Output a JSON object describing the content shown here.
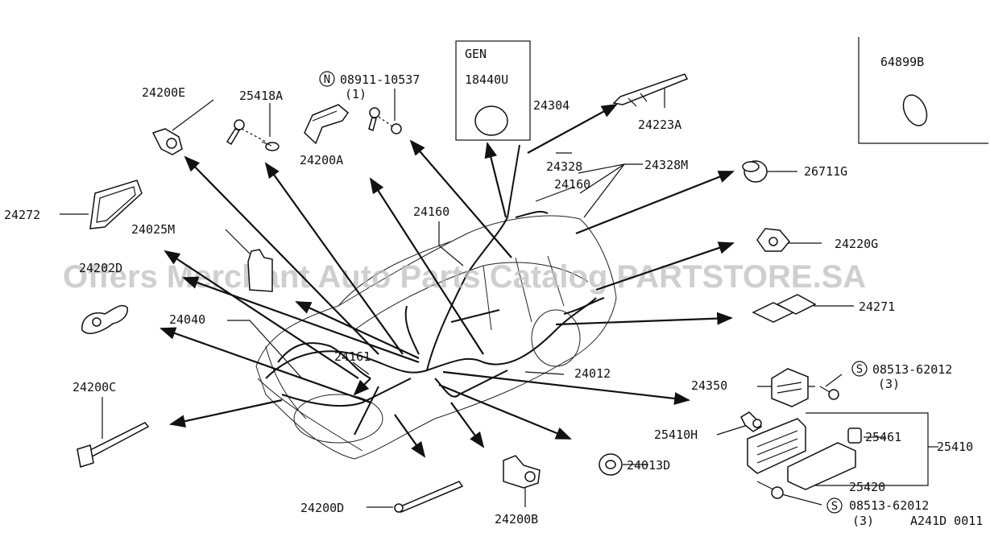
{
  "labels": {
    "p24200E": "24200E",
    "p25418A": "25418A",
    "p08911": "08911-10537",
    "p08911_qty": "(1)",
    "p08911_marker": "N",
    "gen_title": "GEN",
    "p18440U": "18440U",
    "p24304": "24304",
    "p24223A": "24223A",
    "p64899B": "64899B",
    "p24200A": "24200A",
    "p24328": "24328",
    "p24328M": "24328M",
    "p26711G": "26711G",
    "p24160_top": "24160",
    "p24160": "24160",
    "p24272": "24272",
    "p24025M": "24025M",
    "p24220G": "24220G",
    "p24202D": "24202D",
    "p24271": "24271",
    "p24040": "24040",
    "p24161": "24161",
    "p24012": "24012",
    "p08513_a": "08513-62012",
    "p08513_a_qty": "(3)",
    "p08513_a_marker": "S",
    "p24350": "24350",
    "p24200C": "24200C",
    "p25410H": "25410H",
    "p25461": "25461",
    "p25410": "25410",
    "p24013D": "24013D",
    "p25420": "25420",
    "p24200D": "24200D",
    "p24200B": "24200B",
    "p08513_b": "08513-62012",
    "p08513_b_qty": "(3)",
    "p08513_b_marker": "S",
    "diagram_code": "A241D 0011"
  },
  "watermark": "Offers Merchant Auto Parts Catalog PARTSTORE.SA"
}
